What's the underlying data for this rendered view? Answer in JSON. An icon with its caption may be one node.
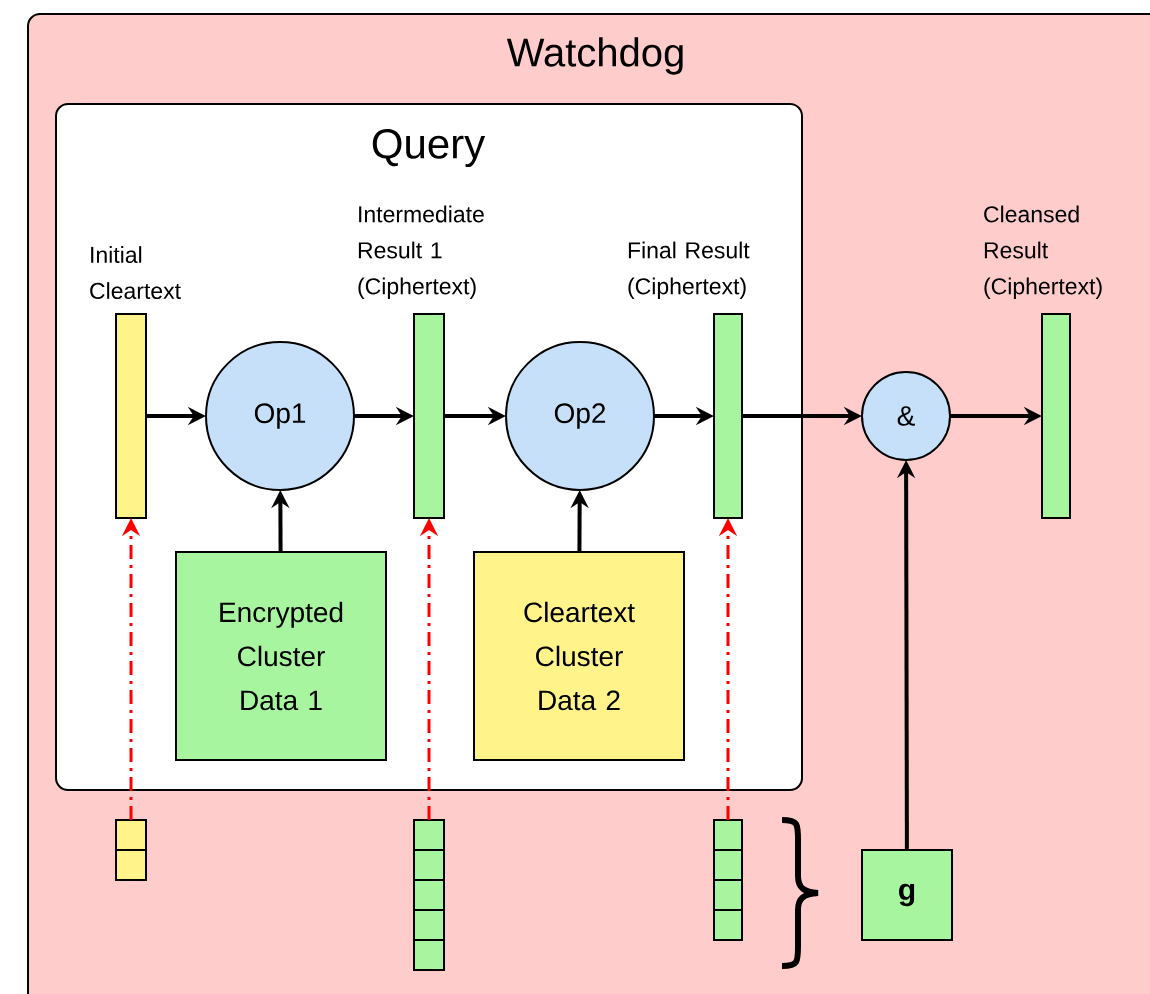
{
  "diagram": {
    "nodes": [
      {
        "text": [
          "Watchdog"
        ]
      },
      {
        "text": [
          "Query"
        ],
        "in": 0
      },
      {
        "text": [
          "Initial Cleartext"
        ],
        "in": 1
      },
      {
        "text": [
          "Op1"
        ],
        "in": 1
      },
      {
        "text": [
          "Intermediate Result 1 (Ciphertext)"
        ],
        "in": 1
      },
      {
        "text": [
          "Op2"
        ],
        "in": 1
      },
      {
        "text": [
          "Final Result (Ciphertext)"
        ],
        "in": 1
      },
      {
        "text": [
          "&"
        ],
        "in": 0
      },
      {
        "text": [
          "Cleansed Result (Ciphertext)"
        ],
        "in": 0
      },
      {
        "text": [
          "Encrypted Cluster Data 1"
        ],
        "in": 1
      },
      {
        "text": [
          "Cleartext Cluster Data 2"
        ],
        "in": 1
      },
      {
        "text": [],
        "shape": "bar",
        "in": 0
      },
      {
        "text": [],
        "shape": "bar",
        "in": 0
      },
      {
        "text": [],
        "shape": "bar",
        "in": 0
      },
      {
        "text": [
          "**g**"
        ],
        "in": 0
      }
    ],
    "edges": [
      {
        "from": 2,
        "to": 3,
        "arrow": "to"
      },
      {
        "from": 3,
        "to": 4,
        "arrow": "to"
      },
      {
        "from": 4,
        "to": 5,
        "arrow": "to"
      },
      {
        "from": 5,
        "to": 6,
        "arrow": "to"
      },
      {
        "from": 6,
        "to": 7,
        "arrow": "to"
      },
      {
        "from": 7,
        "to": 8,
        "arrow": "to"
      },
      {
        "from": 9,
        "to": 3,
        "arrow": "to"
      },
      {
        "from": 10,
        "to": 5,
        "arrow": "to"
      },
      {
        "from": 14,
        "to": 7,
        "arrow": "to"
      },
      {
        "from": 11,
        "to": 2,
        "arrow": "to",
        "style": "dashed",
        "color": "#ff0000"
      },
      {
        "from": 12,
        "to": 4,
        "arrow": "to",
        "style": "dashed",
        "color": "#ff0000"
      },
      {
        "from": 13,
        "to": 6,
        "arrow": "to",
        "style": "dashed",
        "color": "#ff0000"
      }
    ]
  }
}
